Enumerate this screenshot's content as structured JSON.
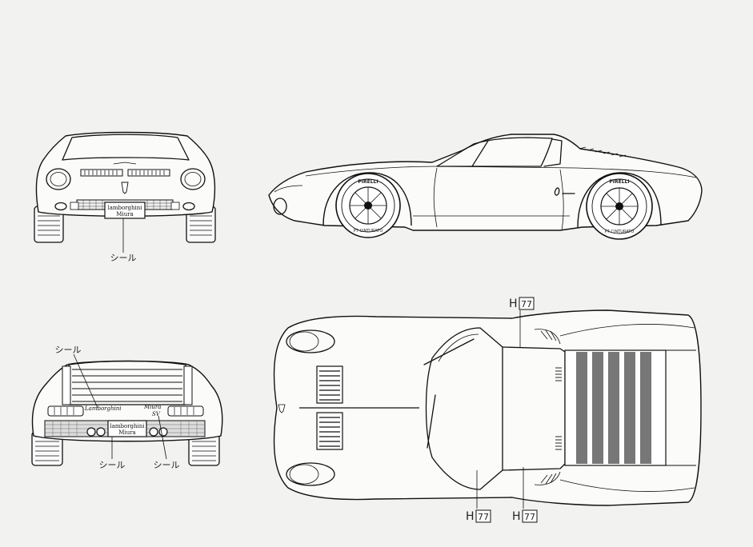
{
  "labels": {
    "front_seal": "シール",
    "rear_seal_top": "シール",
    "rear_seal_bottom_left": "シール",
    "rear_seal_bottom_right": "シール"
  },
  "license_plate": {
    "line1": "lamborghini",
    "line2": "Miura"
  },
  "rear_badges": {
    "left_script": "Lamborghini",
    "right_script_1": "Miura",
    "right_script_2": "SV"
  },
  "tires": {
    "brand": "PIRELLI",
    "model": "P7 CINTURATO"
  },
  "part_refs": {
    "top": {
      "letter": "H",
      "number": "77"
    },
    "bottom_left": {
      "letter": "H",
      "number": "77"
    },
    "bottom_right": {
      "letter": "H",
      "number": "77"
    }
  },
  "colors": {
    "paper": "#f2f2f0",
    "ink": "#111111",
    "engine_slats": "#777777"
  }
}
